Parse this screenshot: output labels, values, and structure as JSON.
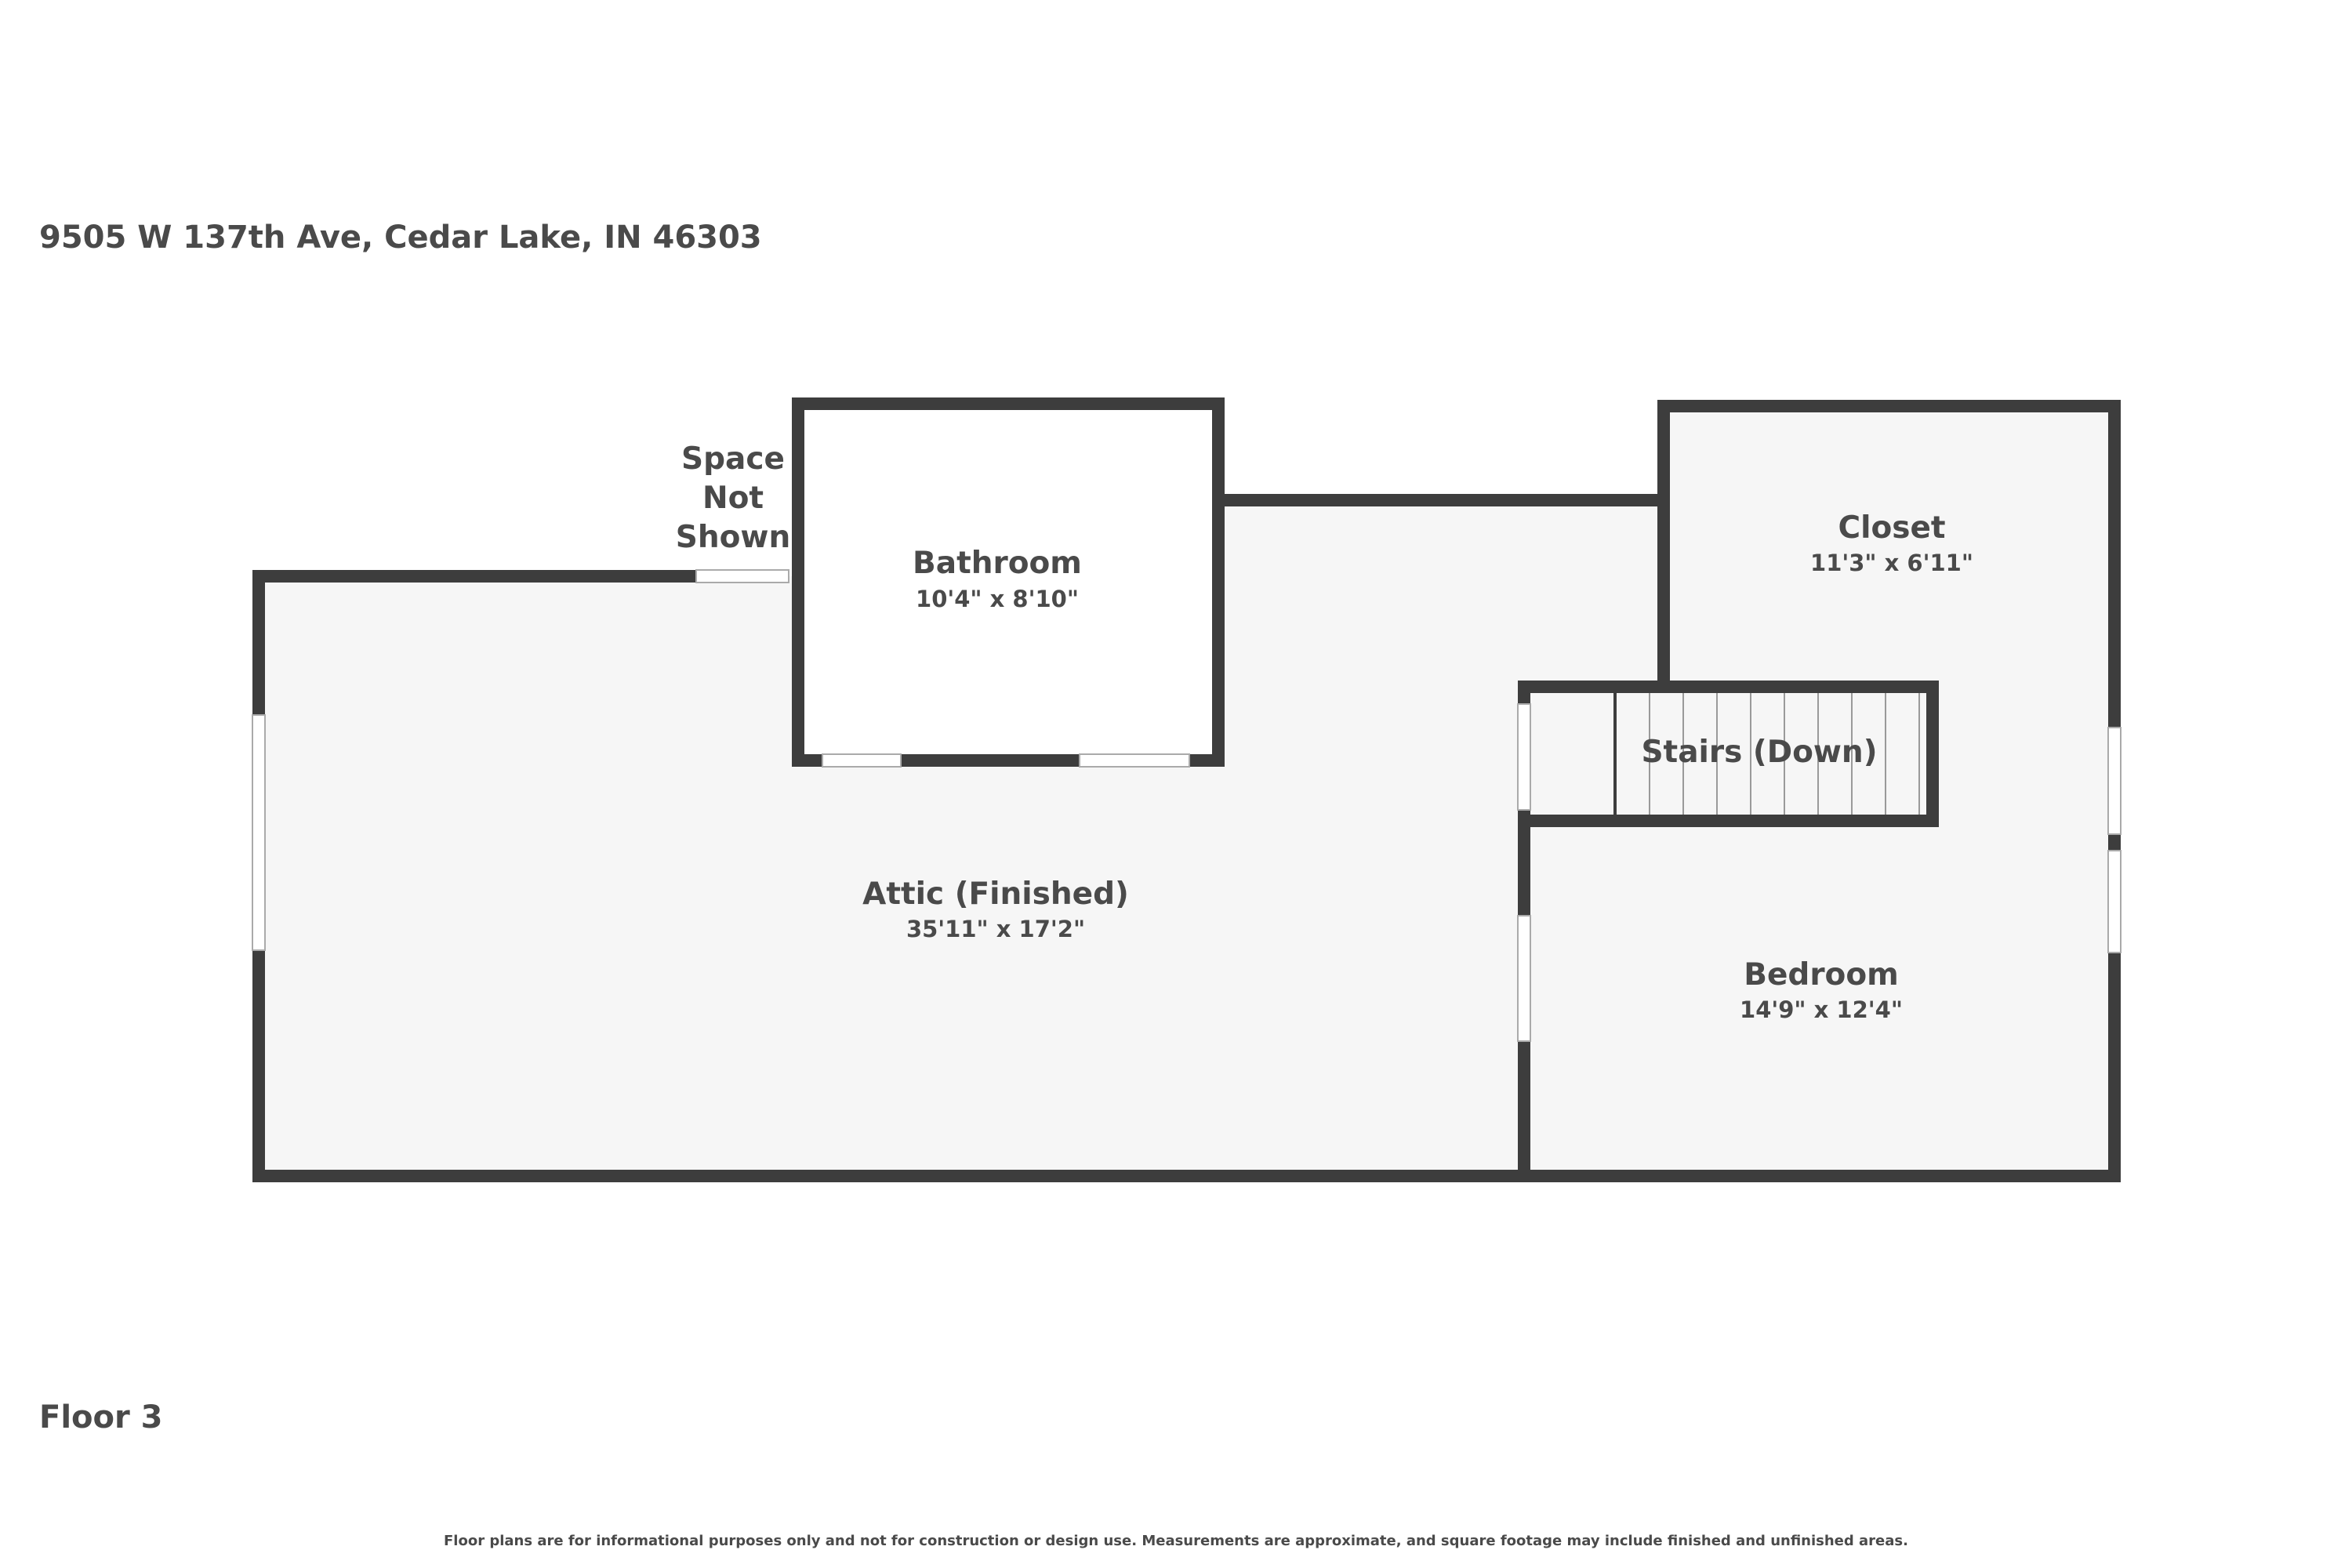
{
  "header": {
    "address": "9505 W 137th Ave, Cedar Lake, IN 46303"
  },
  "floor": {
    "label": "Floor 3"
  },
  "rooms": {
    "attic": {
      "name": "Attic (Finished)",
      "dims": "35'11\" x 17'2\""
    },
    "bathroom": {
      "name": "Bathroom",
      "dims": "10'4\" x 8'10\""
    },
    "closet": {
      "name": "Closet",
      "dims": "11'3\" x 6'11\""
    },
    "stairs": {
      "name": "Stairs (Down)"
    },
    "bedroom": {
      "name": "Bedroom",
      "dims": "14'9\" x 12'4\""
    },
    "space_not_shown": {
      "line1": "Space",
      "line2": "Not",
      "line3": "Shown"
    }
  },
  "footer": {
    "disclaimer": "Floor plans are for informational purposes only and not for construction or design use. Measurements are approximate, and square footage may include finished and unfinished areas."
  },
  "colors": {
    "wall": "#3d3d3d",
    "floor": "#f6f6f6",
    "text": "#4a4a4a"
  }
}
